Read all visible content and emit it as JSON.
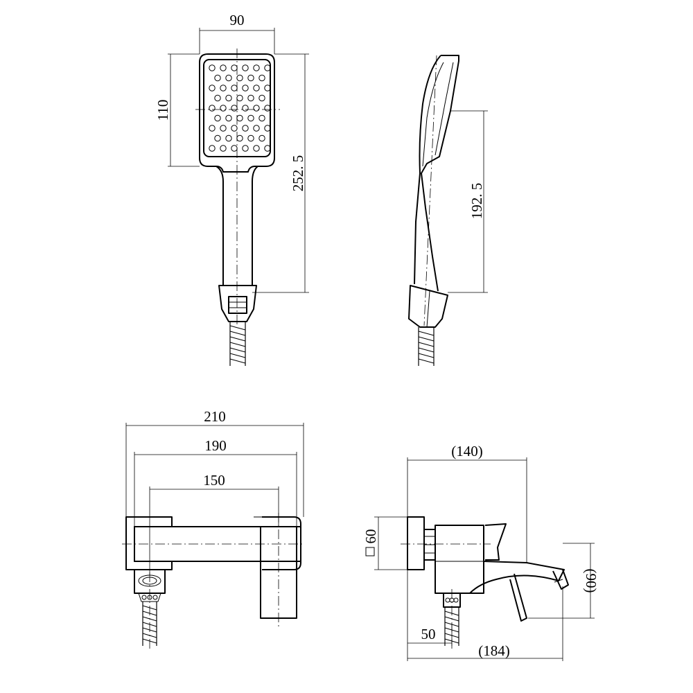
{
  "drawing": {
    "dimensions": {
      "head_width": "90",
      "head_height": "110",
      "handle_length": "252. 5",
      "side_length": "192. 5",
      "bar_total": "210",
      "bar_mid": "190",
      "bar_inner": "150",
      "spout_reach": "(140)",
      "flange_square": "60",
      "spout_height": "(90)",
      "wall_offset": "50",
      "overall_depth": "(184)"
    }
  }
}
